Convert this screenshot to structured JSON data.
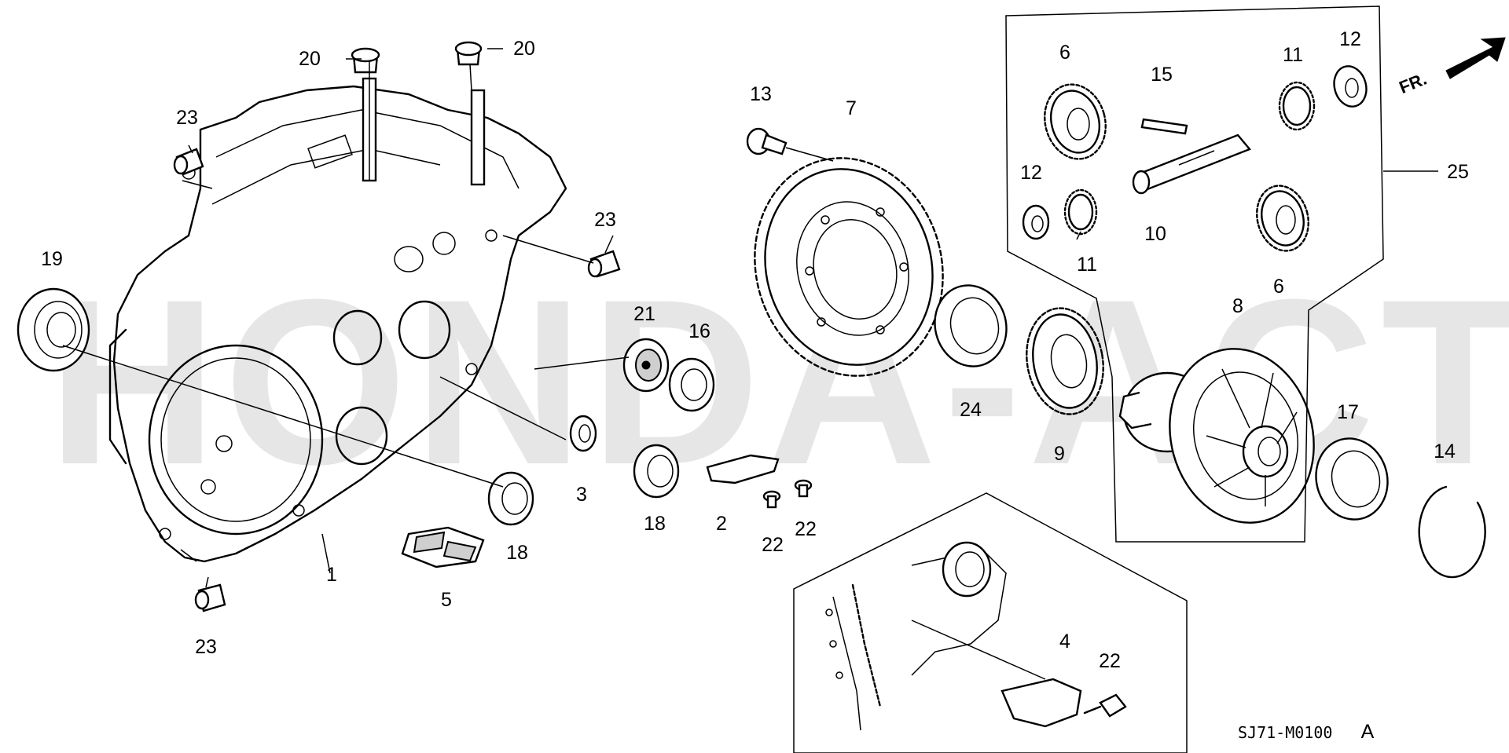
{
  "watermark": "HONDA-ACTY.COM",
  "diagram_code": "SJ71-M0100",
  "revision_suffix": "A",
  "direction_label": "FR.",
  "callouts": {
    "c1": "1",
    "c2": "2",
    "c3": "3",
    "c4": "4",
    "c5": "5",
    "c6a": "6",
    "c6b": "6",
    "c7": "7",
    "c8": "8",
    "c9": "9",
    "c10": "10",
    "c11a": "11",
    "c11b": "11",
    "c12a": "12",
    "c12b": "12",
    "c13": "13",
    "c14": "14",
    "c15": "15",
    "c16": "16",
    "c17": "17",
    "c18a": "18",
    "c18b": "18",
    "c19": "19",
    "c20a": "20",
    "c20b": "20",
    "c21": "21",
    "c22a": "22",
    "c22b": "22",
    "c22c": "22",
    "c23a": "23",
    "c23b": "23",
    "c23c": "23",
    "c24": "24",
    "c25": "25"
  }
}
